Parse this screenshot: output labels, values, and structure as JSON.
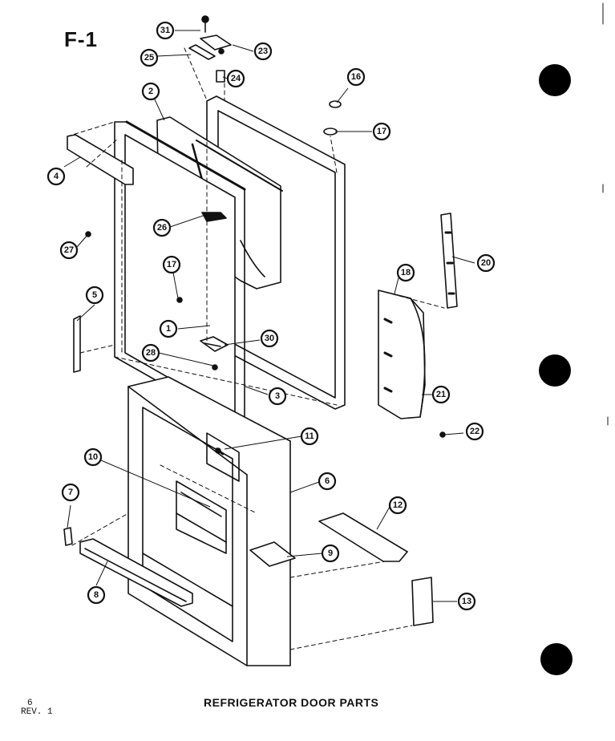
{
  "figure": {
    "id": "F-1"
  },
  "caption": "REFRIGERATOR DOOR PARTS",
  "page": {
    "number": "6",
    "revision": "REV. 1"
  },
  "callouts": [
    "1",
    "2",
    "3",
    "4",
    "5",
    "6",
    "7",
    "8",
    "9",
    "10",
    "11",
    "12",
    "13",
    "16",
    "17",
    "18",
    "20",
    "21",
    "22",
    "23",
    "24",
    "25",
    "26",
    "27",
    "28",
    "30",
    "31"
  ],
  "colors": {
    "ink": "#111111",
    "paper": "#ffffff",
    "mark": "#000000"
  }
}
